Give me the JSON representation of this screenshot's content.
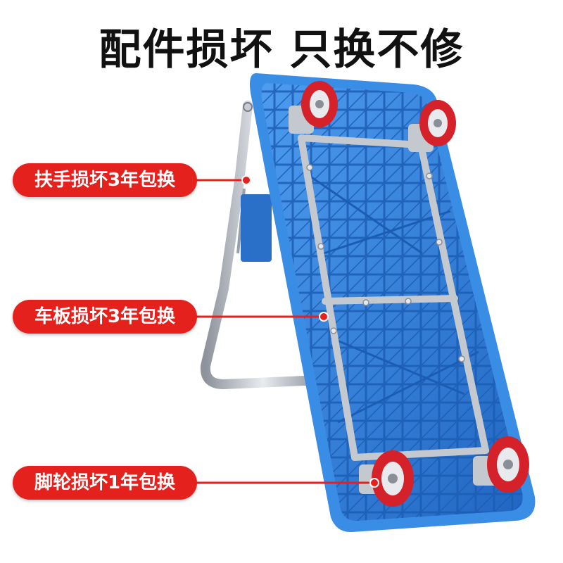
{
  "headline": "配件损坏 只换不修",
  "callouts": [
    {
      "text": "扶手损坏3年包换"
    },
    {
      "text": "车板损坏3年包换"
    },
    {
      "text": "脚轮损坏1年包换"
    }
  ],
  "colors": {
    "accent_red": "#e4211c",
    "deck_blue": "#2f7fd8",
    "frame_silver": "#b8bcc4",
    "wheel_red": "#d5212a"
  }
}
